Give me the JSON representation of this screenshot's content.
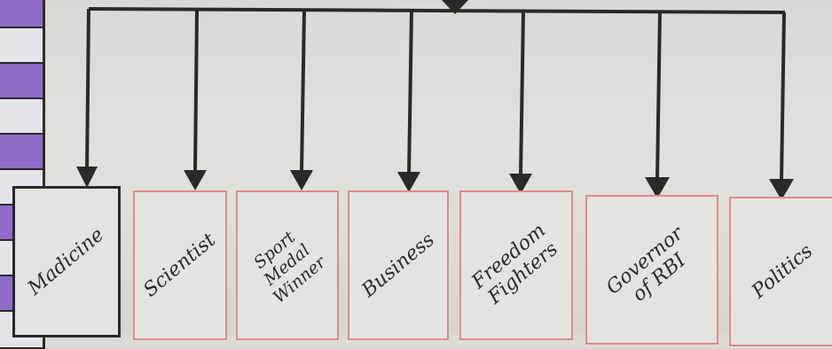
{
  "diagram": {
    "categories": [
      {
        "id": "medicine",
        "label": "Madicine"
      },
      {
        "id": "scientist",
        "label": "Scientist"
      },
      {
        "id": "sport-medal-winner",
        "label": "Sport\nMedal\nWinner"
      },
      {
        "id": "business",
        "label": "Business"
      },
      {
        "id": "freedom-fighters",
        "label": "Freedom\nFighters"
      },
      {
        "id": "governor-rbi",
        "label": "Governor\nof RBI"
      },
      {
        "id": "politics",
        "label": "Politics"
      }
    ]
  },
  "colors": {
    "ink": "#2a2a2a",
    "box_border": "#e08a8a",
    "stripe": "#8e6cc7"
  }
}
